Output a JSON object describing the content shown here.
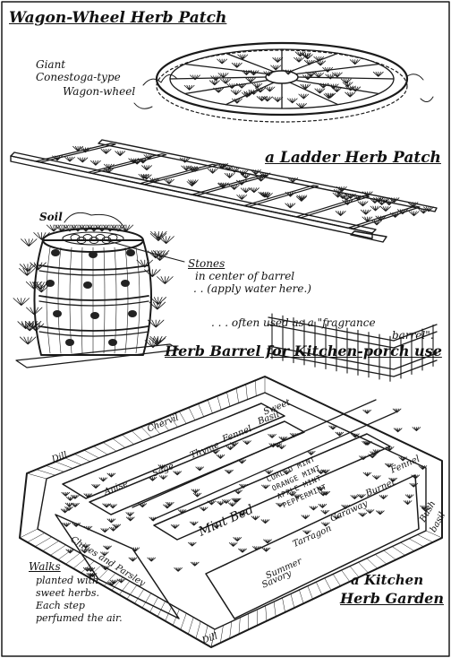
{
  "sections": {
    "wagon_wheel": {
      "title": "Wagon-Wheel Herb Patch",
      "note_lines": [
        "Giant",
        "Conestoga-type",
        "Wagon-wheel"
      ]
    },
    "ladder": {
      "title": "a Ladder Herb Patch"
    },
    "barrel": {
      "soil_label": "Soil",
      "stones_lines": [
        "Stones",
        "in center of barrel",
        ". . (apply water here.)"
      ],
      "fragrance_lines": [
        ". . . often used as a \"fragrance",
        "barrel\"."
      ],
      "title": "Herb Barrel for Kitchen-porch use"
    },
    "kitchen_garden": {
      "title_lines": [
        "a Kitchen",
        "Herb Garden"
      ],
      "walks_label": "Walks",
      "walks_lines": [
        "planted with",
        "sweet herbs.",
        "Each step",
        "perfumed the air."
      ],
      "plants": {
        "dill_top": "Dill",
        "chervil": "Chervil",
        "anise": "Anise",
        "sage": "Sage",
        "thyme": "Thyme",
        "fennel_center": "Fennel",
        "sweet_basil": [
          "Sweet",
          "Basil"
        ],
        "mint_bed": "Mint Bed",
        "mint_varieties": [
          "CURLED MINT",
          "ORANGE MINT",
          "APPLE MINT",
          "PEPPERMINT"
        ],
        "fennel_right": "Fennel",
        "burnet": "Burnet",
        "caraway": "Caraway",
        "tarragon": "Tarragon",
        "summer_savory": [
          "Summer",
          "Savory"
        ],
        "bush_basil": [
          "Bush",
          "basil"
        ],
        "chives_parsley": "Chives and Parsley",
        "dill_bottom": "Dill"
      }
    }
  }
}
